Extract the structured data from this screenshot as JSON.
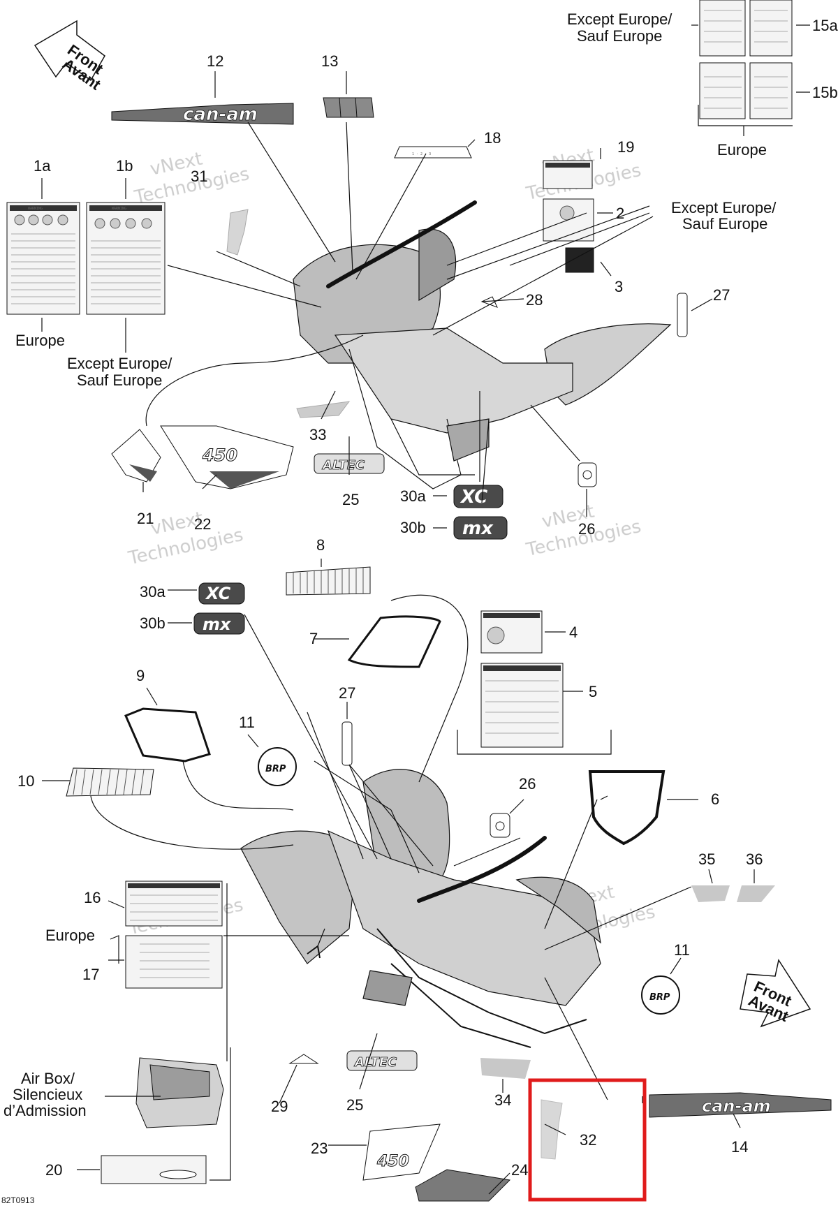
{
  "callouts": {
    "c1a": "1a",
    "c1b": "1b",
    "c2": "2",
    "c3": "3",
    "c4": "4",
    "c5": "5",
    "c6": "6",
    "c7": "7",
    "c8": "8",
    "c9": "9",
    "c10": "10",
    "c11a": "11",
    "c11b": "11",
    "c12": "12",
    "c13": "13",
    "c14": "14",
    "c15a": "15a",
    "c15b": "15b",
    "c16": "16",
    "c17": "17",
    "c18": "18",
    "c19": "19",
    "c20": "20",
    "c21": "21",
    "c22": "22",
    "c23": "23",
    "c24": "24",
    "c25a": "25",
    "c25b": "25",
    "c26a": "26",
    "c26b": "26",
    "c27a": "27",
    "c27b": "27",
    "c28": "28",
    "c29": "29",
    "c30a_top": "30a",
    "c30b_top": "30b",
    "c30a_bot": "30a",
    "c30b_bot": "30b",
    "c31": "31",
    "c32": "32",
    "c33": "33",
    "c34": "34",
    "c35": "35",
    "c36": "36"
  },
  "captions": {
    "except_europe_top": [
      "Except Europe/",
      "Sauf Europe"
    ],
    "europe_top": "Europe",
    "europe_left": "Europe",
    "except_europe_left": [
      "Except Europe/",
      "Sauf Europe"
    ],
    "except_europe_right": [
      "Except Europe/",
      "Sauf Europe"
    ],
    "europe_bottom": "Europe",
    "air_box": [
      "Air Box/",
      "Silencieux",
      "d’Admission"
    ],
    "front_top": [
      "Front",
      "Avant"
    ],
    "front_bottom": [
      "Front",
      "Avant"
    ]
  },
  "decals": {
    "can_am": "can-am",
    "altec": "ALTEC",
    "xc": "XC",
    "mx": "mx",
    "brp": "BRP",
    "ds450": "450",
    "warning": "WARNING"
  },
  "watermark": [
    "vNext",
    "Technologies"
  ],
  "drawing_ref": "82T0913",
  "highlight": {
    "color": "#e01b1b",
    "target": "32"
  },
  "colors": {
    "line": "#111111",
    "part_fill": "#bdbdbd",
    "part_dark": "#7a7a7a",
    "decal_fill": "#e6e6e6"
  }
}
